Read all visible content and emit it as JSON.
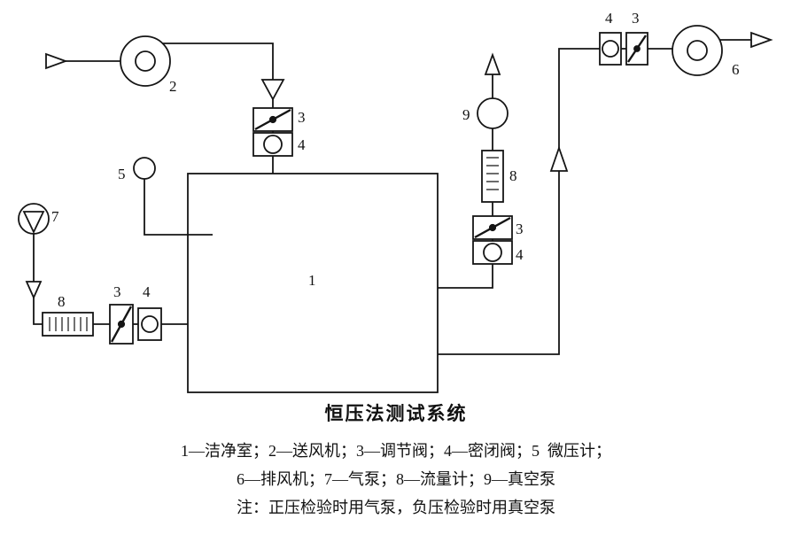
{
  "diagram": {
    "labels": {
      "clean_room": "1",
      "supply_fan": "2",
      "valve3_top": "3",
      "valve4_top": "4",
      "micro_manometer": "5",
      "exhaust_fan": "6",
      "air_pump": "7",
      "flow_meter_left": "8",
      "valve3_left": "3",
      "valve4_left": "4",
      "valve4_right": "4",
      "valve3_right": "3",
      "flow_meter_right": "8",
      "vacuum_pump": "9",
      "valve4_top_right": "4",
      "valve3_top_right": "3"
    },
    "colors": {
      "line": "#151515",
      "background": "#ffffff"
    }
  },
  "caption": {
    "title": "恒压法测试系统",
    "legend_line1": "1—洁净室；2—送风机；3—调节阀；4—密闭阀；5  微压计；",
    "legend_line2": "6—排风机；7—气泵；8—流量计；9—真空泵",
    "note": "注：正压检验时用气泵，负压检验时用真空泵"
  }
}
